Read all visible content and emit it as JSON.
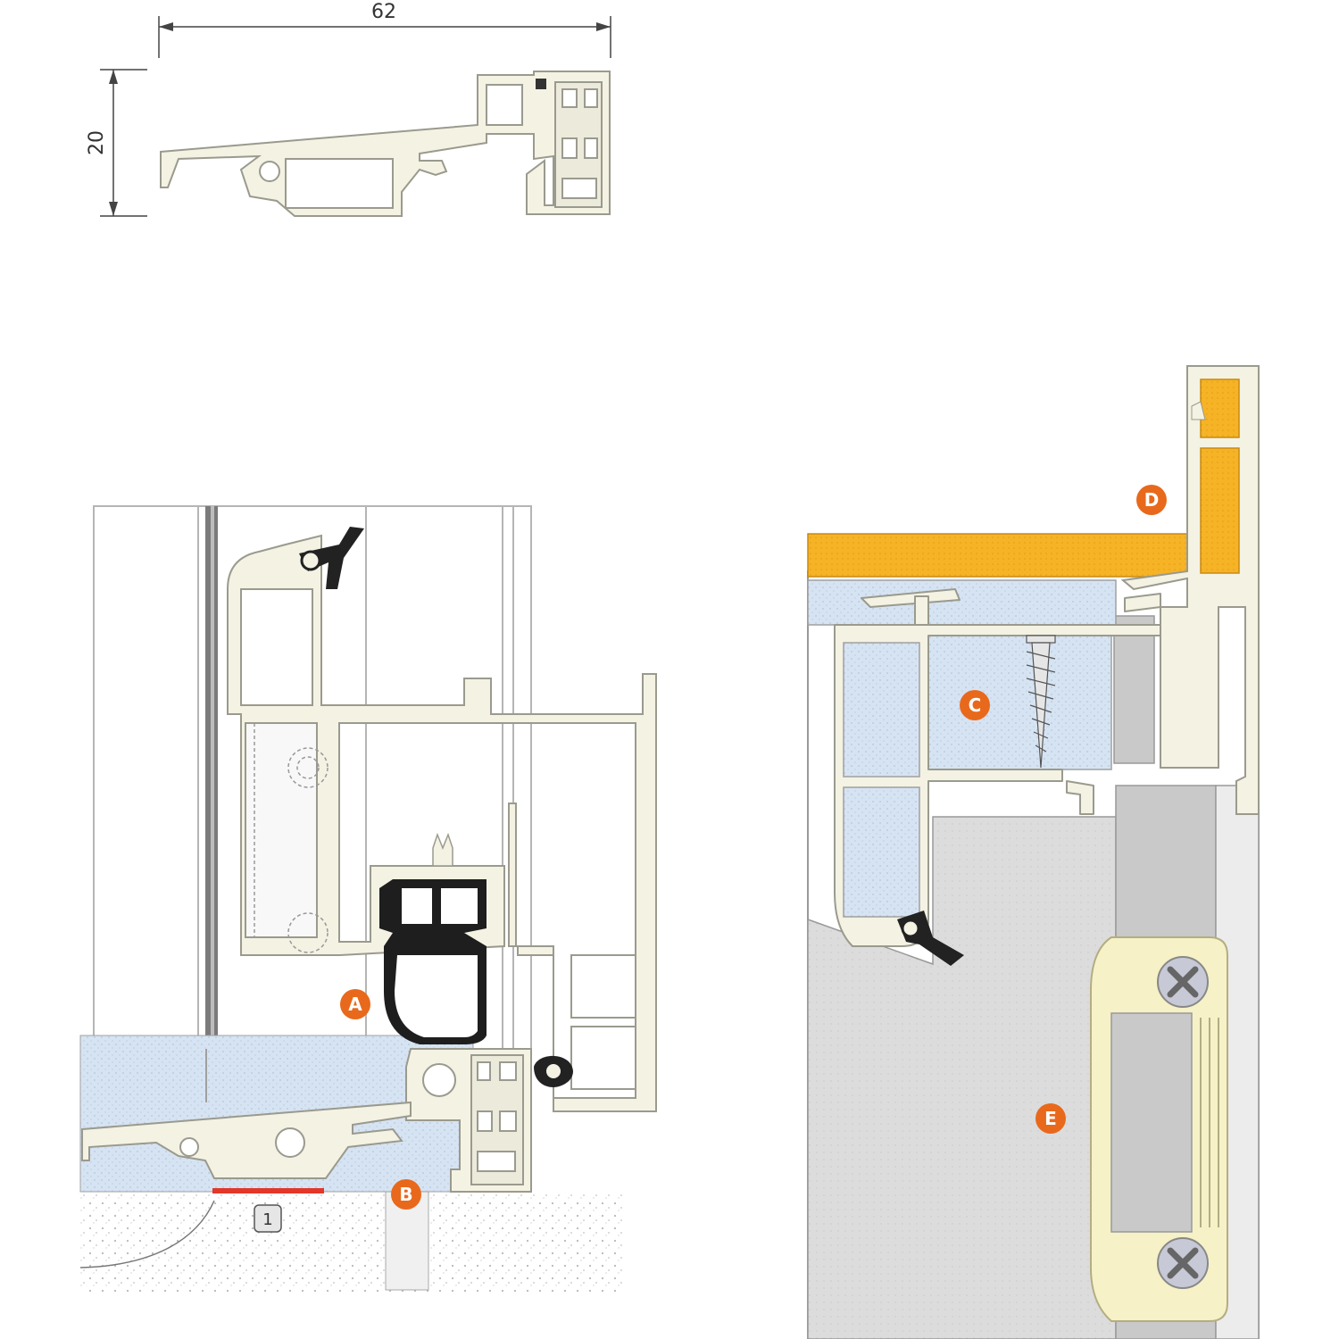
{
  "dimensions": {
    "width_label": "62",
    "height_label": "20"
  },
  "callouts": {
    "a": "A",
    "b": "B",
    "c": "C",
    "d": "D",
    "e": "E"
  },
  "detail_number": "1",
  "colors": {
    "profile_fill": "#f4f2e3",
    "profile_stroke": "#9a9a8e",
    "foam_blue": "#d6e3f2",
    "wood_orange": "#f6b326",
    "callout_orange": "#e8691c",
    "concrete": "#e9e9e9",
    "gray_block": "#cfcfcf",
    "hinge_fill": "#f6f1c6",
    "gasket_black": "#222222",
    "sealant_red": "#e2372a"
  }
}
